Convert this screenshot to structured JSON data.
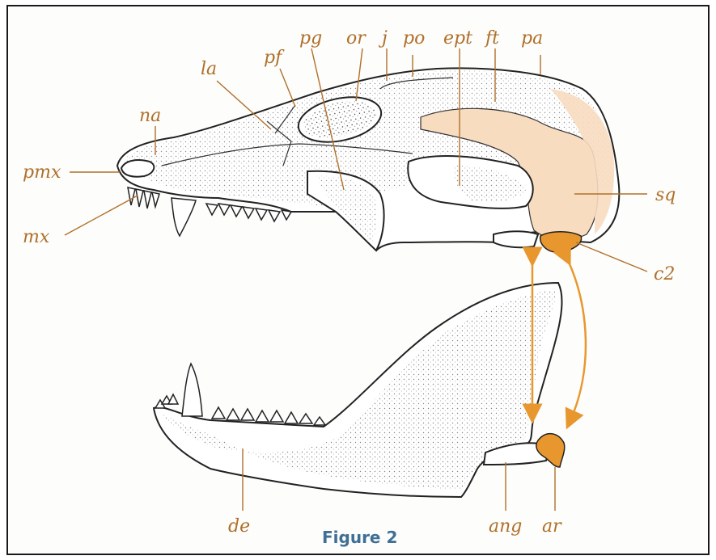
{
  "figure": {
    "caption": "Figure 2",
    "labels": {
      "pmx": "pmx",
      "na": "na",
      "mx": "mx",
      "la": "la",
      "pf": "pf",
      "pg": "pg",
      "or": "or",
      "j": "j",
      "po": "po",
      "ept": "ept",
      "ft": "ft",
      "pa": "pa",
      "sq": "sq",
      "c2": "c2",
      "de": "de",
      "ang": "ang",
      "ar": "ar"
    },
    "colors": {
      "label": "#b0702a",
      "caption": "#3f6f96",
      "squamosal_fill": "#f7dcc0",
      "articular_fill": "#e8972e",
      "arrow": "#e8972e",
      "outline": "#222222"
    }
  }
}
